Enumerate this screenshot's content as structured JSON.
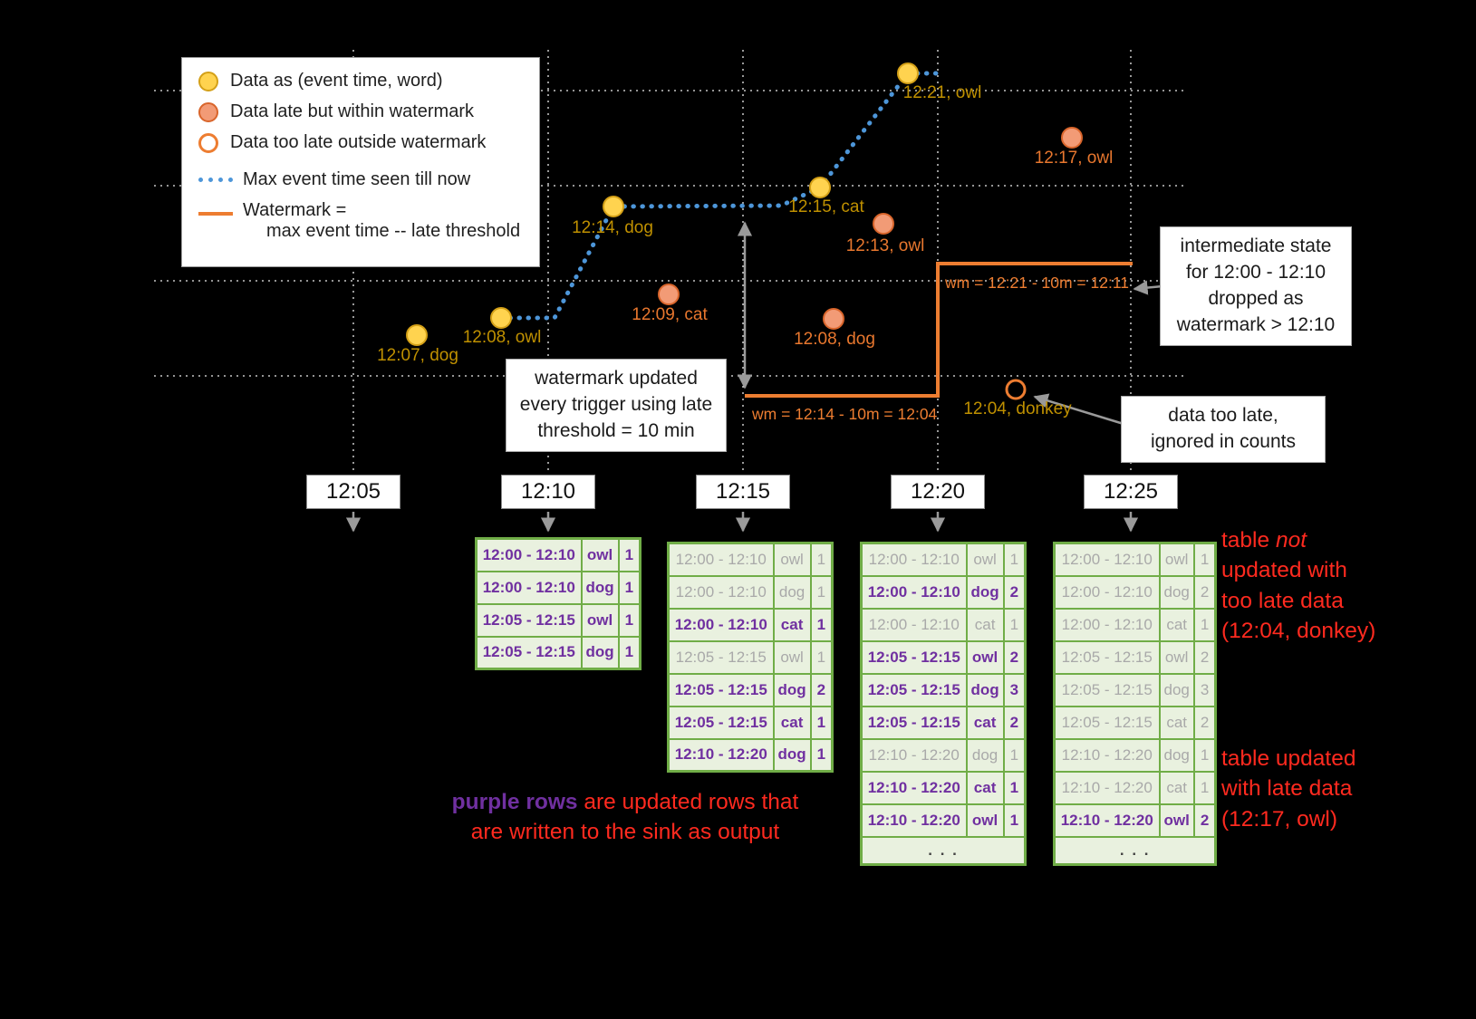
{
  "legend": {
    "items": [
      "Data as (event time, word)",
      "Data late but within watermark",
      "Data too late outside watermark",
      "Max event time seen till now"
    ],
    "watermark_line1": "Watermark =",
    "watermark_line2": "max event time -- late threshold"
  },
  "points": {
    "on_time": [
      "12:07, dog",
      "12:08, owl",
      "12:14, dog",
      "12:15, cat",
      "12:21, owl"
    ],
    "late": [
      "12:09, cat",
      "12:13, owl",
      "12:08, dog",
      "12:17, owl"
    ],
    "too_late": [
      "12:04, donkey"
    ]
  },
  "watermark_labels": {
    "first": "wm = 12:14 - 10m = 12:04",
    "second": "wm = 12:21 - 10m = 12:11"
  },
  "callouts": {
    "watermark_update": {
      "lines": [
        "watermark updated",
        "every trigger using late",
        "threshold = 10 min"
      ]
    },
    "intermediate_state": {
      "lines": [
        "intermediate state",
        "for 12:00 - 12:10",
        "dropped as",
        "watermark > 12:10"
      ]
    },
    "too_late": {
      "lines": [
        "data too late,",
        "ignored in counts"
      ]
    }
  },
  "triggers": [
    "12:05",
    "12:10",
    "12:15",
    "12:20",
    "12:25"
  ],
  "tables": {
    "t1210": {
      "rows": [
        {
          "window": "12:00 - 12:10",
          "word": "owl",
          "count": "1",
          "state": "updated"
        },
        {
          "window": "12:00 - 12:10",
          "word": "dog",
          "count": "1",
          "state": "updated"
        },
        {
          "window": "12:05 - 12:15",
          "word": "owl",
          "count": "1",
          "state": "updated"
        },
        {
          "window": "12:05 - 12:15",
          "word": "dog",
          "count": "1",
          "state": "updated"
        }
      ]
    },
    "t1215": {
      "rows": [
        {
          "window": "12:00 - 12:10",
          "word": "owl",
          "count": "1",
          "state": "old"
        },
        {
          "window": "12:00 - 12:10",
          "word": "dog",
          "count": "1",
          "state": "old"
        },
        {
          "window": "12:00 - 12:10",
          "word": "cat",
          "count": "1",
          "state": "updated"
        },
        {
          "window": "12:05 - 12:15",
          "word": "owl",
          "count": "1",
          "state": "old"
        },
        {
          "window": "12:05 - 12:15",
          "word": "dog",
          "count": "2",
          "state": "updated"
        },
        {
          "window": "12:05 - 12:15",
          "word": "cat",
          "count": "1",
          "state": "updated"
        },
        {
          "window": "12:10 - 12:20",
          "word": "dog",
          "count": "1",
          "state": "updated"
        }
      ]
    },
    "t1220": {
      "rows": [
        {
          "window": "12:00 - 12:10",
          "word": "owl",
          "count": "1",
          "state": "old"
        },
        {
          "window": "12:00 - 12:10",
          "word": "dog",
          "count": "2",
          "state": "updated"
        },
        {
          "window": "12:00 - 12:10",
          "word": "cat",
          "count": "1",
          "state": "old"
        },
        {
          "window": "12:05 - 12:15",
          "word": "owl",
          "count": "2",
          "state": "updated"
        },
        {
          "window": "12:05 - 12:15",
          "word": "dog",
          "count": "3",
          "state": "updated"
        },
        {
          "window": "12:05 - 12:15",
          "word": "cat",
          "count": "2",
          "state": "updated"
        },
        {
          "window": "12:10 - 12:20",
          "word": "dog",
          "count": "1",
          "state": "old"
        },
        {
          "window": "12:10 - 12:20",
          "word": "cat",
          "count": "1",
          "state": "updated"
        },
        {
          "window": "12:10 - 12:20",
          "word": "owl",
          "count": "1",
          "state": "updated"
        },
        {
          "ellipsis": ". . ."
        }
      ]
    },
    "t1225": {
      "rows": [
        {
          "window": "12:00 - 12:10",
          "word": "owl",
          "count": "1",
          "state": "old"
        },
        {
          "window": "12:00 - 12:10",
          "word": "dog",
          "count": "2",
          "state": "old"
        },
        {
          "window": "12:00 - 12:10",
          "word": "cat",
          "count": "1",
          "state": "old"
        },
        {
          "window": "12:05 - 12:15",
          "word": "owl",
          "count": "2",
          "state": "old"
        },
        {
          "window": "12:05 - 12:15",
          "word": "dog",
          "count": "3",
          "state": "old"
        },
        {
          "window": "12:05 - 12:15",
          "word": "cat",
          "count": "2",
          "state": "old"
        },
        {
          "window": "12:10 - 12:20",
          "word": "dog",
          "count": "1",
          "state": "old"
        },
        {
          "window": "12:10 - 12:20",
          "word": "cat",
          "count": "1",
          "state": "old"
        },
        {
          "window": "12:10 - 12:20",
          "word": "owl",
          "count": "2",
          "state": "updated"
        },
        {
          "ellipsis": ". . ."
        }
      ]
    }
  },
  "notes": {
    "purple": {
      "lead": "purple rows",
      "rest": " are updated rows that",
      "line2": "are written to the sink as output"
    },
    "not_updated": {
      "l1a": "table ",
      "l1b": "not",
      "l2": "updated with",
      "l3": "too late data",
      "l4": "(12:04, donkey)"
    },
    "updated": {
      "l1": "table updated",
      "l2": "with late data",
      "l3": "(12:17, owl)"
    }
  },
  "colors": {
    "on_time_fill": "#FFD34F",
    "late_fill": "#F29B76",
    "too_late_stroke": "#ED7D31",
    "max_event_time_line": "#4D96D9",
    "watermark_line": "#ED7D31",
    "table_border_green": "#70AD47",
    "updated_row_purple": "#7030A0",
    "old_row_gray": "#A9A9A9",
    "annotation_red": "#FF2A1F",
    "on_time_label": "#BF9000",
    "late_label": "#E8772E"
  }
}
